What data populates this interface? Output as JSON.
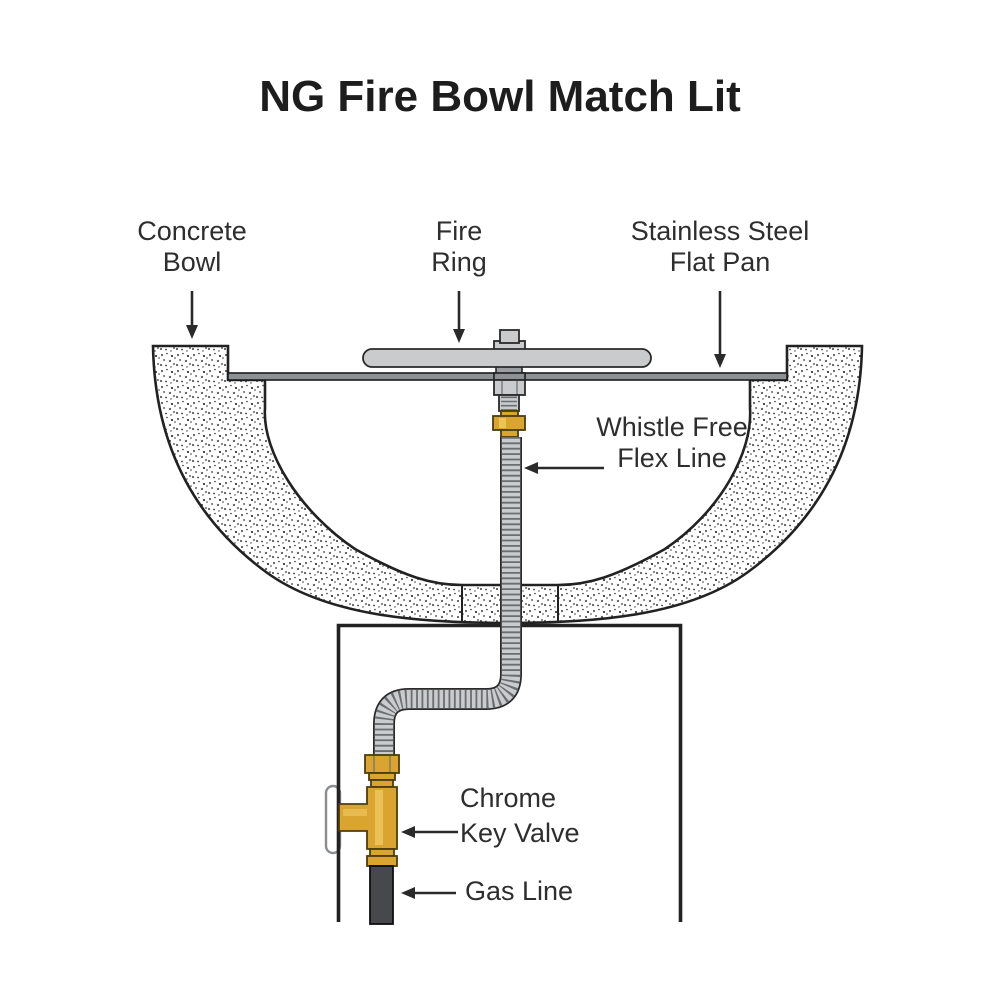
{
  "title": "NG Fire Bowl Match Lit",
  "labels": {
    "concrete_bowl": {
      "line1": "Concrete",
      "line2": "Bowl"
    },
    "fire_ring": {
      "line1": "Fire",
      "line2": "Ring"
    },
    "flat_pan": {
      "line1": "Stainless Steel",
      "line2": "Flat Pan"
    },
    "flex_line": {
      "line1": "Whistle Free",
      "line2": "Flex Line"
    },
    "key_valve": {
      "line1": "Chrome",
      "line2": "Key Valve"
    },
    "gas_line": {
      "line1": "Gas Line"
    }
  },
  "colors": {
    "background": "#ffffff",
    "ink": "#222222",
    "text": "#2e2e2e",
    "metal_light": "#c9cbcd",
    "metal_mid": "#9b9ea1",
    "pan": "#8e9194",
    "brass": "#d9a430",
    "brass_light": "#f1cc66",
    "brass_dark": "#9a7218",
    "gas": "#46484b",
    "rib": "#6b6e71",
    "stipple": "#3a3a3a",
    "escutcheon_stroke": "#8a8d90"
  }
}
